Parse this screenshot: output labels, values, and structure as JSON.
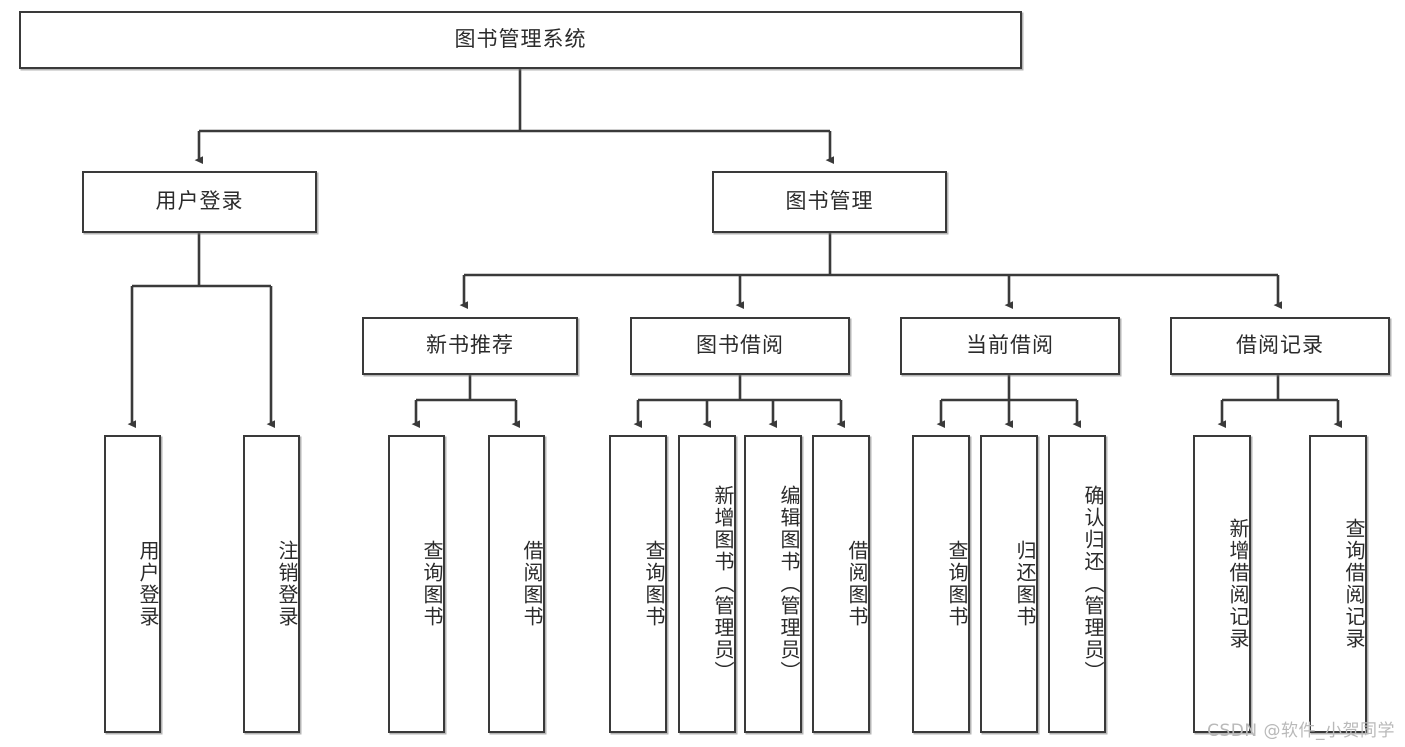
{
  "diagram": {
    "title": "图书管理系统",
    "type": "tree",
    "colors": {
      "border": "#3a3a3a",
      "background": "#ffffff",
      "text": "#2b2b2b",
      "edge": "#3a3a3a",
      "watermark": "#b9b9b9"
    },
    "nodes": {
      "root": {
        "label": "图书管理系统",
        "orientation": "horizontal"
      },
      "level2": [
        {
          "label": "用户登录",
          "orientation": "horizontal"
        },
        {
          "label": "图书管理",
          "orientation": "horizontal"
        }
      ],
      "level3": [
        {
          "label": "新书推荐",
          "orientation": "horizontal"
        },
        {
          "label": "图书借阅",
          "orientation": "horizontal"
        },
        {
          "label": "当前借阅",
          "orientation": "horizontal"
        },
        {
          "label": "借阅记录",
          "orientation": "horizontal"
        }
      ],
      "leaves_user_login": [
        {
          "label": "用户登录",
          "orientation": "vertical"
        },
        {
          "label": "注销登录",
          "orientation": "vertical"
        }
      ],
      "leaves_new_book": [
        {
          "label": "查询图书",
          "orientation": "vertical"
        },
        {
          "label": "借阅图书",
          "orientation": "vertical"
        }
      ],
      "leaves_borrow": [
        {
          "label": "查询图书",
          "orientation": "vertical"
        },
        {
          "label": "新增图书（管理员）",
          "orientation": "vertical"
        },
        {
          "label": "编辑图书（管理员）",
          "orientation": "vertical"
        },
        {
          "label": "借阅图书",
          "orientation": "vertical"
        }
      ],
      "leaves_current": [
        {
          "label": "查询图书",
          "orientation": "vertical"
        },
        {
          "label": "归还图书",
          "orientation": "vertical"
        },
        {
          "label": "确认归还（管理员）",
          "orientation": "vertical"
        }
      ],
      "leaves_records": [
        {
          "label": "新增借阅记录",
          "orientation": "vertical"
        },
        {
          "label": "查询借阅记录",
          "orientation": "vertical"
        }
      ]
    },
    "watermark": "CSDN @软件_小贺同学"
  }
}
